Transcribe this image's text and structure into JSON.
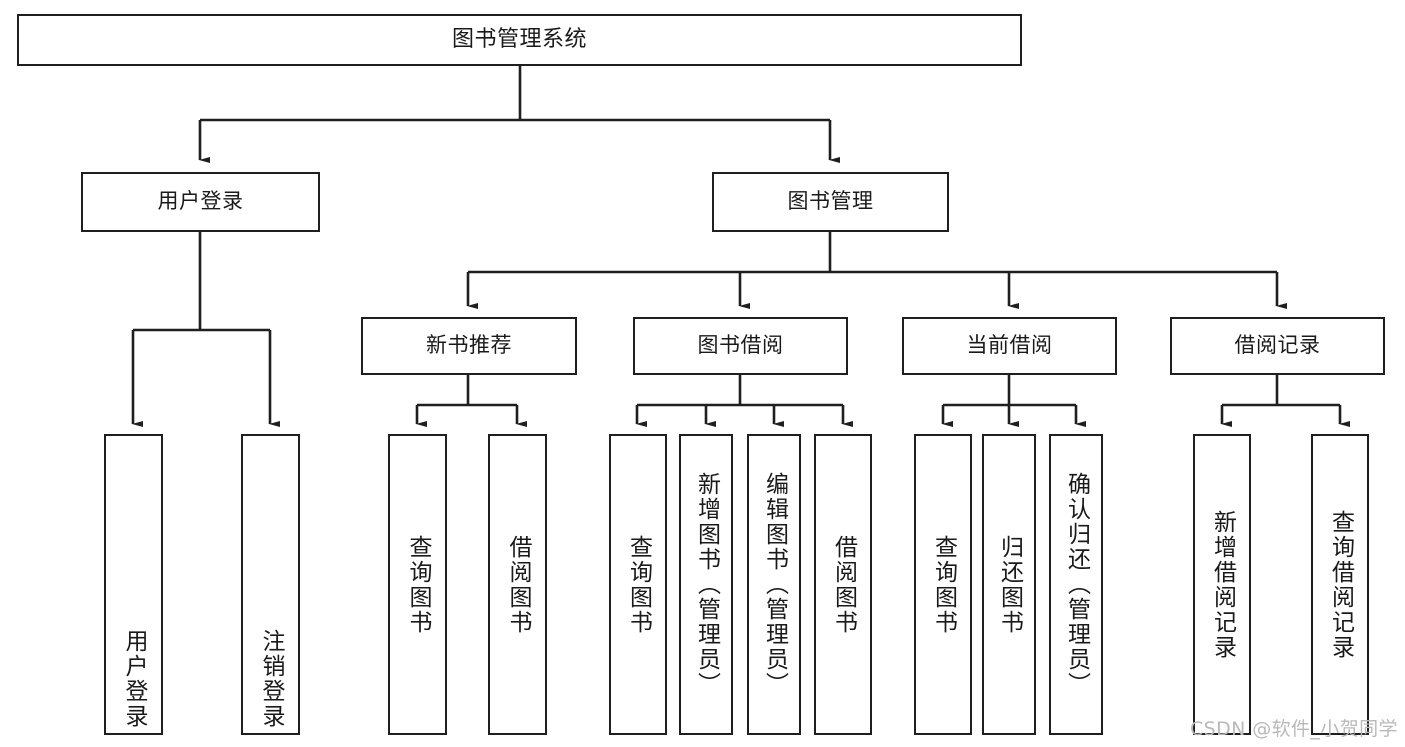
{
  "diagram": {
    "type": "tree-hierarchy",
    "title_node": {
      "id": "root",
      "label": "图书管理系统"
    },
    "level2": [
      {
        "id": "login",
        "label": "用户登录"
      },
      {
        "id": "bookmgmt",
        "label": "图书管理"
      }
    ],
    "level3": [
      {
        "id": "newbook",
        "label": "新书推荐",
        "parent": "bookmgmt"
      },
      {
        "id": "borrow",
        "label": "图书借阅",
        "parent": "bookmgmt"
      },
      {
        "id": "current",
        "label": "当前借阅",
        "parent": "bookmgmt"
      },
      {
        "id": "record",
        "label": "借阅记录",
        "parent": "bookmgmt"
      }
    ],
    "leaves": [
      {
        "id": "leaf-user-login",
        "label": "用户登录",
        "parent": "login"
      },
      {
        "id": "leaf-user-logout",
        "label": "注销登录",
        "parent": "login"
      },
      {
        "id": "leaf-new-query",
        "label": "查询图书",
        "parent": "newbook"
      },
      {
        "id": "leaf-new-borrow",
        "label": "借阅图书",
        "parent": "newbook"
      },
      {
        "id": "leaf-borrow-query",
        "label": "查询图书",
        "parent": "borrow"
      },
      {
        "id": "leaf-borrow-add",
        "label": "新增图书（管理员）",
        "parent": "borrow"
      },
      {
        "id": "leaf-borrow-edit",
        "label": "编辑图书（管理员）",
        "parent": "borrow"
      },
      {
        "id": "leaf-borrow-lend",
        "label": "借阅图书",
        "parent": "borrow"
      },
      {
        "id": "leaf-cur-query",
        "label": "查询图书",
        "parent": "current"
      },
      {
        "id": "leaf-cur-return",
        "label": "归还图书",
        "parent": "current"
      },
      {
        "id": "leaf-cur-confirm",
        "label": "确认归还（管理员）",
        "parent": "current"
      },
      {
        "id": "leaf-rec-add",
        "label": "新增借阅记录",
        "parent": "record"
      },
      {
        "id": "leaf-rec-query",
        "label": "查询借阅记录",
        "parent": "record"
      }
    ],
    "colors": {
      "stroke": "#1f1f1f",
      "fill": "#ffffff",
      "text": "#1a1a1a",
      "watermark": "#b9b9b9"
    }
  },
  "watermark": {
    "text": "CSDN @软件_小贺同学"
  }
}
